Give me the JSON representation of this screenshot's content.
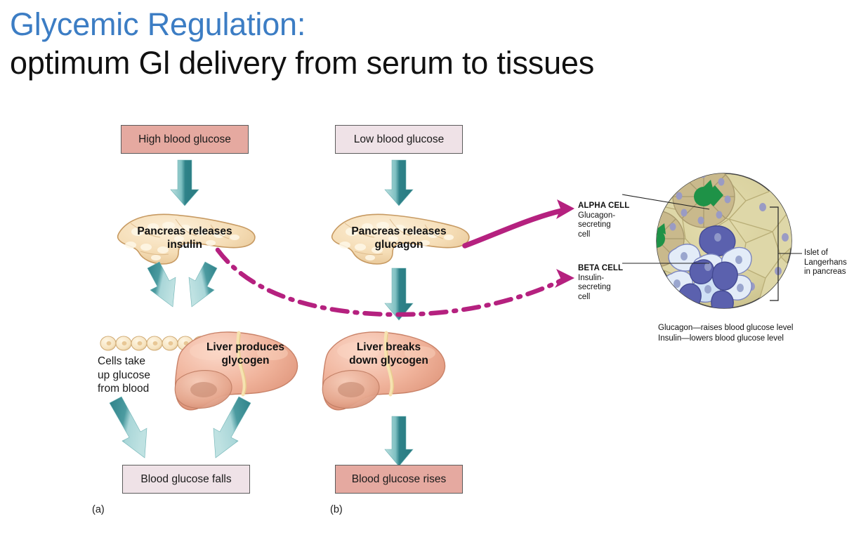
{
  "slide": {
    "title_line1": "Glycemic Regulation:",
    "title_line2": "optimum Gl delivery from serum to tissues",
    "title_color_1": "#3C7DC4",
    "title_color_2": "#111111"
  },
  "figure": {
    "panel_a": {
      "caption": "(a)",
      "top_box": "High blood glucose",
      "top_box_color": "#E5A9A0",
      "organ1": "Pancreas releases\ninsulin",
      "organ1_line1": "Pancreas releases",
      "organ1_line2": "insulin",
      "cells_label_line1": "Cells take",
      "cells_label_line2": "up glucose",
      "cells_label_line3": "from blood",
      "organ2_line1": "Liver produces",
      "organ2_line2": "glycogen",
      "bottom_box": "Blood glucose falls",
      "bottom_box_color": "#EFE2E7"
    },
    "panel_b": {
      "caption": "(b)",
      "top_box": "Low blood glucose",
      "top_box_color": "#EFE2E7",
      "organ1_line1": "Pancreas releases",
      "organ1_line2": "glucagon",
      "organ2_line1": "Liver breaks",
      "organ2_line2": "down glycogen",
      "bottom_box": "Blood glucose rises",
      "bottom_box_color": "#E5A9A0"
    },
    "islet_panel": {
      "alpha_title": "ALPHA CELL",
      "alpha_desc_line1": "Glucagon-",
      "alpha_desc_line2": "secreting",
      "alpha_desc_line3": "cell",
      "beta_title": "BETA CELL",
      "beta_desc_line1": "Insulin-",
      "beta_desc_line2": "secreting",
      "beta_desc_line3": "cell",
      "islet_label_line1": "Islet of",
      "islet_label_line2": "Langerhans",
      "islet_label_line3": "in pancreas",
      "caption_line1": "Glucagon—raises blood glucose level",
      "caption_line2": "Insulin—lowers blood glucose level"
    },
    "colors": {
      "arrow_teal_dark": "#2E8289",
      "arrow_teal_light": "#A8D4D6",
      "magenta": "#B5217F",
      "pancreas": "#F2D9B0",
      "liver": "#EFAE96",
      "islet_tan": "#D8D2A0"
    }
  }
}
